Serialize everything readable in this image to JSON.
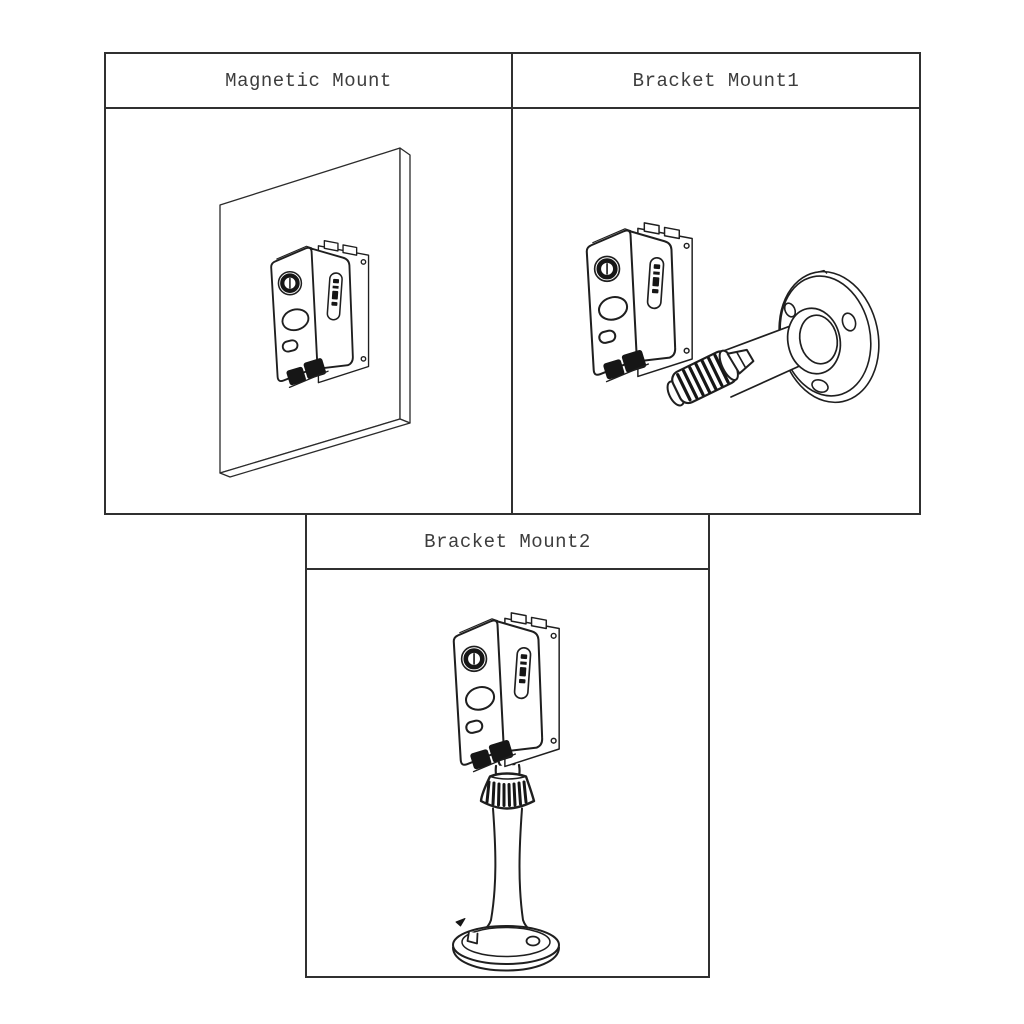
{
  "colors": {
    "background": "#ffffff",
    "drawing_line": "#1f1f1f",
    "panel_border": "#303030",
    "title_text": "#3d3d3d"
  },
  "diagram": {
    "panels": [
      {
        "id": "magnetic-mount",
        "title": "Magnetic Mount",
        "illustration": "cube-camera-attached-to-wall-panel"
      },
      {
        "id": "bracket-mount1",
        "title": "Bracket Mount1",
        "illustration": "cube-camera-on-wall-bracket-arm-with-round-flange"
      },
      {
        "id": "bracket-mount2",
        "title": "Bracket Mount2",
        "illustration": "cube-camera-on-pedestal-bracket-stand"
      }
    ]
  }
}
